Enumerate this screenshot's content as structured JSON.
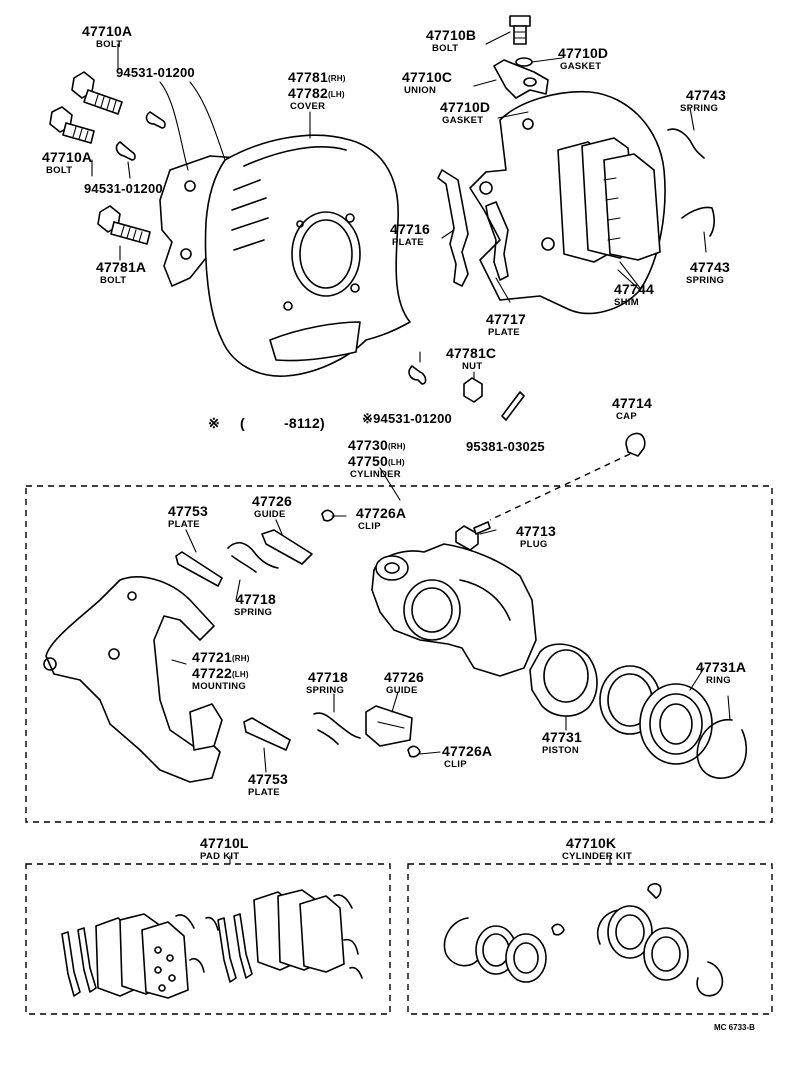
{
  "labels": {
    "p47710A_top": {
      "num": "47710A",
      "name": "BOLT"
    },
    "p94531_top": {
      "num": "94531-01200"
    },
    "p47710A_mid": {
      "num": "47710A",
      "name": "BOLT"
    },
    "p94531_mid": {
      "num": "94531-01200"
    },
    "p47781A": {
      "num": "47781A",
      "name": "BOLT"
    },
    "p47781": {
      "num": "47781",
      "suffix": "(RH)"
    },
    "p47782": {
      "num": "47782",
      "suffix": "(LH)",
      "name": "COVER"
    },
    "p47710B": {
      "num": "47710B",
      "name": "BOLT"
    },
    "p47710D_top": {
      "num": "47710D",
      "name": "GASKET"
    },
    "p47710C": {
      "num": "47710C",
      "name": "UNION"
    },
    "p47710D_mid": {
      "num": "47710D",
      "name": "GASKET"
    },
    "p47743_top": {
      "num": "47743",
      "name": "SPRING"
    },
    "p47716": {
      "num": "47716",
      "name": "PLATE"
    },
    "p47743_bot": {
      "num": "47743",
      "name": "SPRING"
    },
    "p47744": {
      "num": "47744",
      "name": "SHIM"
    },
    "p47717": {
      "num": "47717",
      "name": "PLATE"
    },
    "p47781C": {
      "num": "47781C",
      "name": "NUT"
    },
    "p47714": {
      "num": "47714",
      "name": "CAP"
    },
    "p94531_bot": {
      "num": "94531-01200",
      "mark": "※"
    },
    "p95381": {
      "num": "95381-03025"
    },
    "range_note": {
      "mark": "※",
      "open": "(",
      "text": "-8112)"
    },
    "p47730": {
      "num": "47730",
      "suffix": "(RH)"
    },
    "p47750": {
      "num": "47750",
      "suffix": "(LH)",
      "name": "CYLINDER"
    },
    "p47753_top": {
      "num": "47753",
      "name": "PLATE"
    },
    "p47726_top": {
      "num": "47726",
      "name": "GUIDE"
    },
    "p47726A_top": {
      "num": "47726A",
      "name": "CLIP"
    },
    "p47713": {
      "num": "47713",
      "name": "PLUG"
    },
    "p47718_top": {
      "num": "47718",
      "name": "SPRING"
    },
    "p47721": {
      "num": "47721",
      "suffix": "(RH)"
    },
    "p47722": {
      "num": "47722",
      "suffix": "(LH)",
      "name": "MOUNTING"
    },
    "p47731A": {
      "num": "47731A",
      "name": "RING"
    },
    "p47718_bot": {
      "num": "47718",
      "name": "SPRING"
    },
    "p47726_bot": {
      "num": "47726",
      "name": "GUIDE"
    },
    "p47731": {
      "num": "47731",
      "name": "PISTON"
    },
    "p47726A_bot": {
      "num": "47726A",
      "name": "CLIP"
    },
    "p47753_bot": {
      "num": "47753",
      "name": "PLATE"
    },
    "p47710L": {
      "num": "47710L",
      "name": "PAD KIT"
    },
    "p47710K": {
      "num": "47710K",
      "name": "CYLINDER KIT"
    }
  },
  "footer": {
    "code": "MC 6733-B"
  }
}
